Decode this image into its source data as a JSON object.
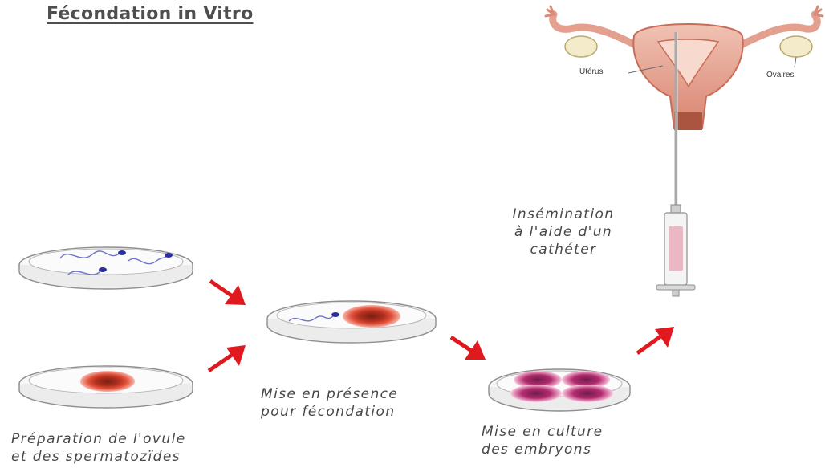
{
  "title": "Fécondation in Vitro",
  "anatomy": {
    "uterus_label": "Utérus",
    "ovaries_label": "Ovaires"
  },
  "steps": {
    "preparation": {
      "line1": "Préparation de l'ovule",
      "line2": "et des spermatozïdes"
    },
    "presence": {
      "line1": "Mise en présence",
      "line2": "pour fécondation"
    },
    "culture": {
      "line1": "Mise en culture",
      "line2": "des embryons"
    },
    "insemination": {
      "line1": "Insémination",
      "line2": "à l'aide d'un",
      "line3": "cathéter"
    }
  },
  "colors": {
    "arrow": "#e0191f",
    "text": "#474747",
    "uterus": "#e8a99c",
    "egg": "#c7302a",
    "embryo": "#b12c6e",
    "sperm": "#3a3fb5"
  }
}
